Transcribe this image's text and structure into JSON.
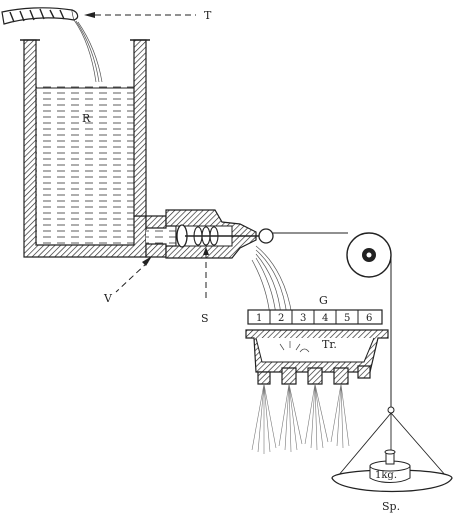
{
  "labels": {
    "tap": "T",
    "reservoir": "R",
    "valve": "V",
    "spring": "S",
    "gauge": "G",
    "trough": "Tr.",
    "weight": "1kg.",
    "scale_pan": "Sp."
  },
  "gauge_numbers": [
    "1",
    "2",
    "3",
    "4",
    "5",
    "6"
  ]
}
